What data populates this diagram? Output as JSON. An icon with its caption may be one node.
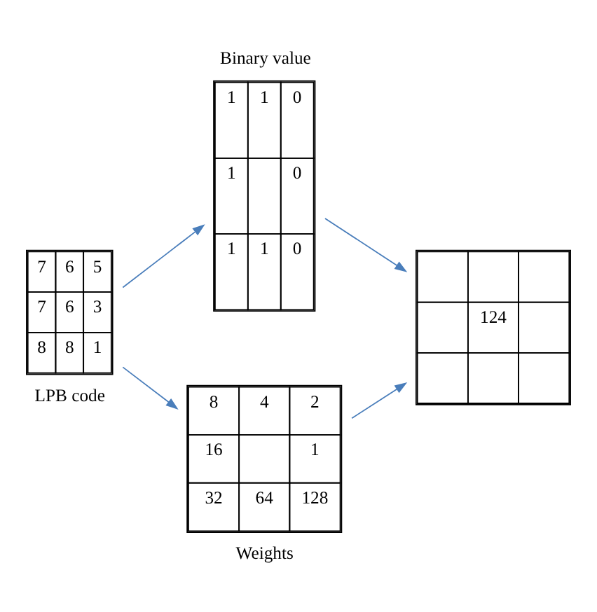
{
  "diagram": {
    "nodes": [
      {
        "text": [
          "7",
          "6",
          "5",
          "7",
          "6",
          "3",
          "8",
          "8",
          "1"
        ],
        "beside": [
          "LPB code"
        ]
      },
      {
        "text": [
          "1",
          "1",
          "0",
          "1",
          "0",
          "1",
          "1",
          "0"
        ],
        "beside": [
          "Binary value"
        ]
      },
      {
        "text": [
          "124"
        ]
      },
      {
        "text": [
          "8",
          "4",
          "2",
          "16",
          "1",
          "32",
          "64",
          "128"
        ],
        "beside": [
          "Weights"
        ]
      }
    ],
    "edges": [
      {
        "from": 0,
        "to": 1,
        "arrow": "to"
      },
      {
        "from": 1,
        "to": 2,
        "arrow": "to"
      },
      {
        "from": 0,
        "to": 3,
        "arrow": "to"
      },
      {
        "from": 3,
        "to": 2,
        "arrow": "to"
      }
    ]
  }
}
